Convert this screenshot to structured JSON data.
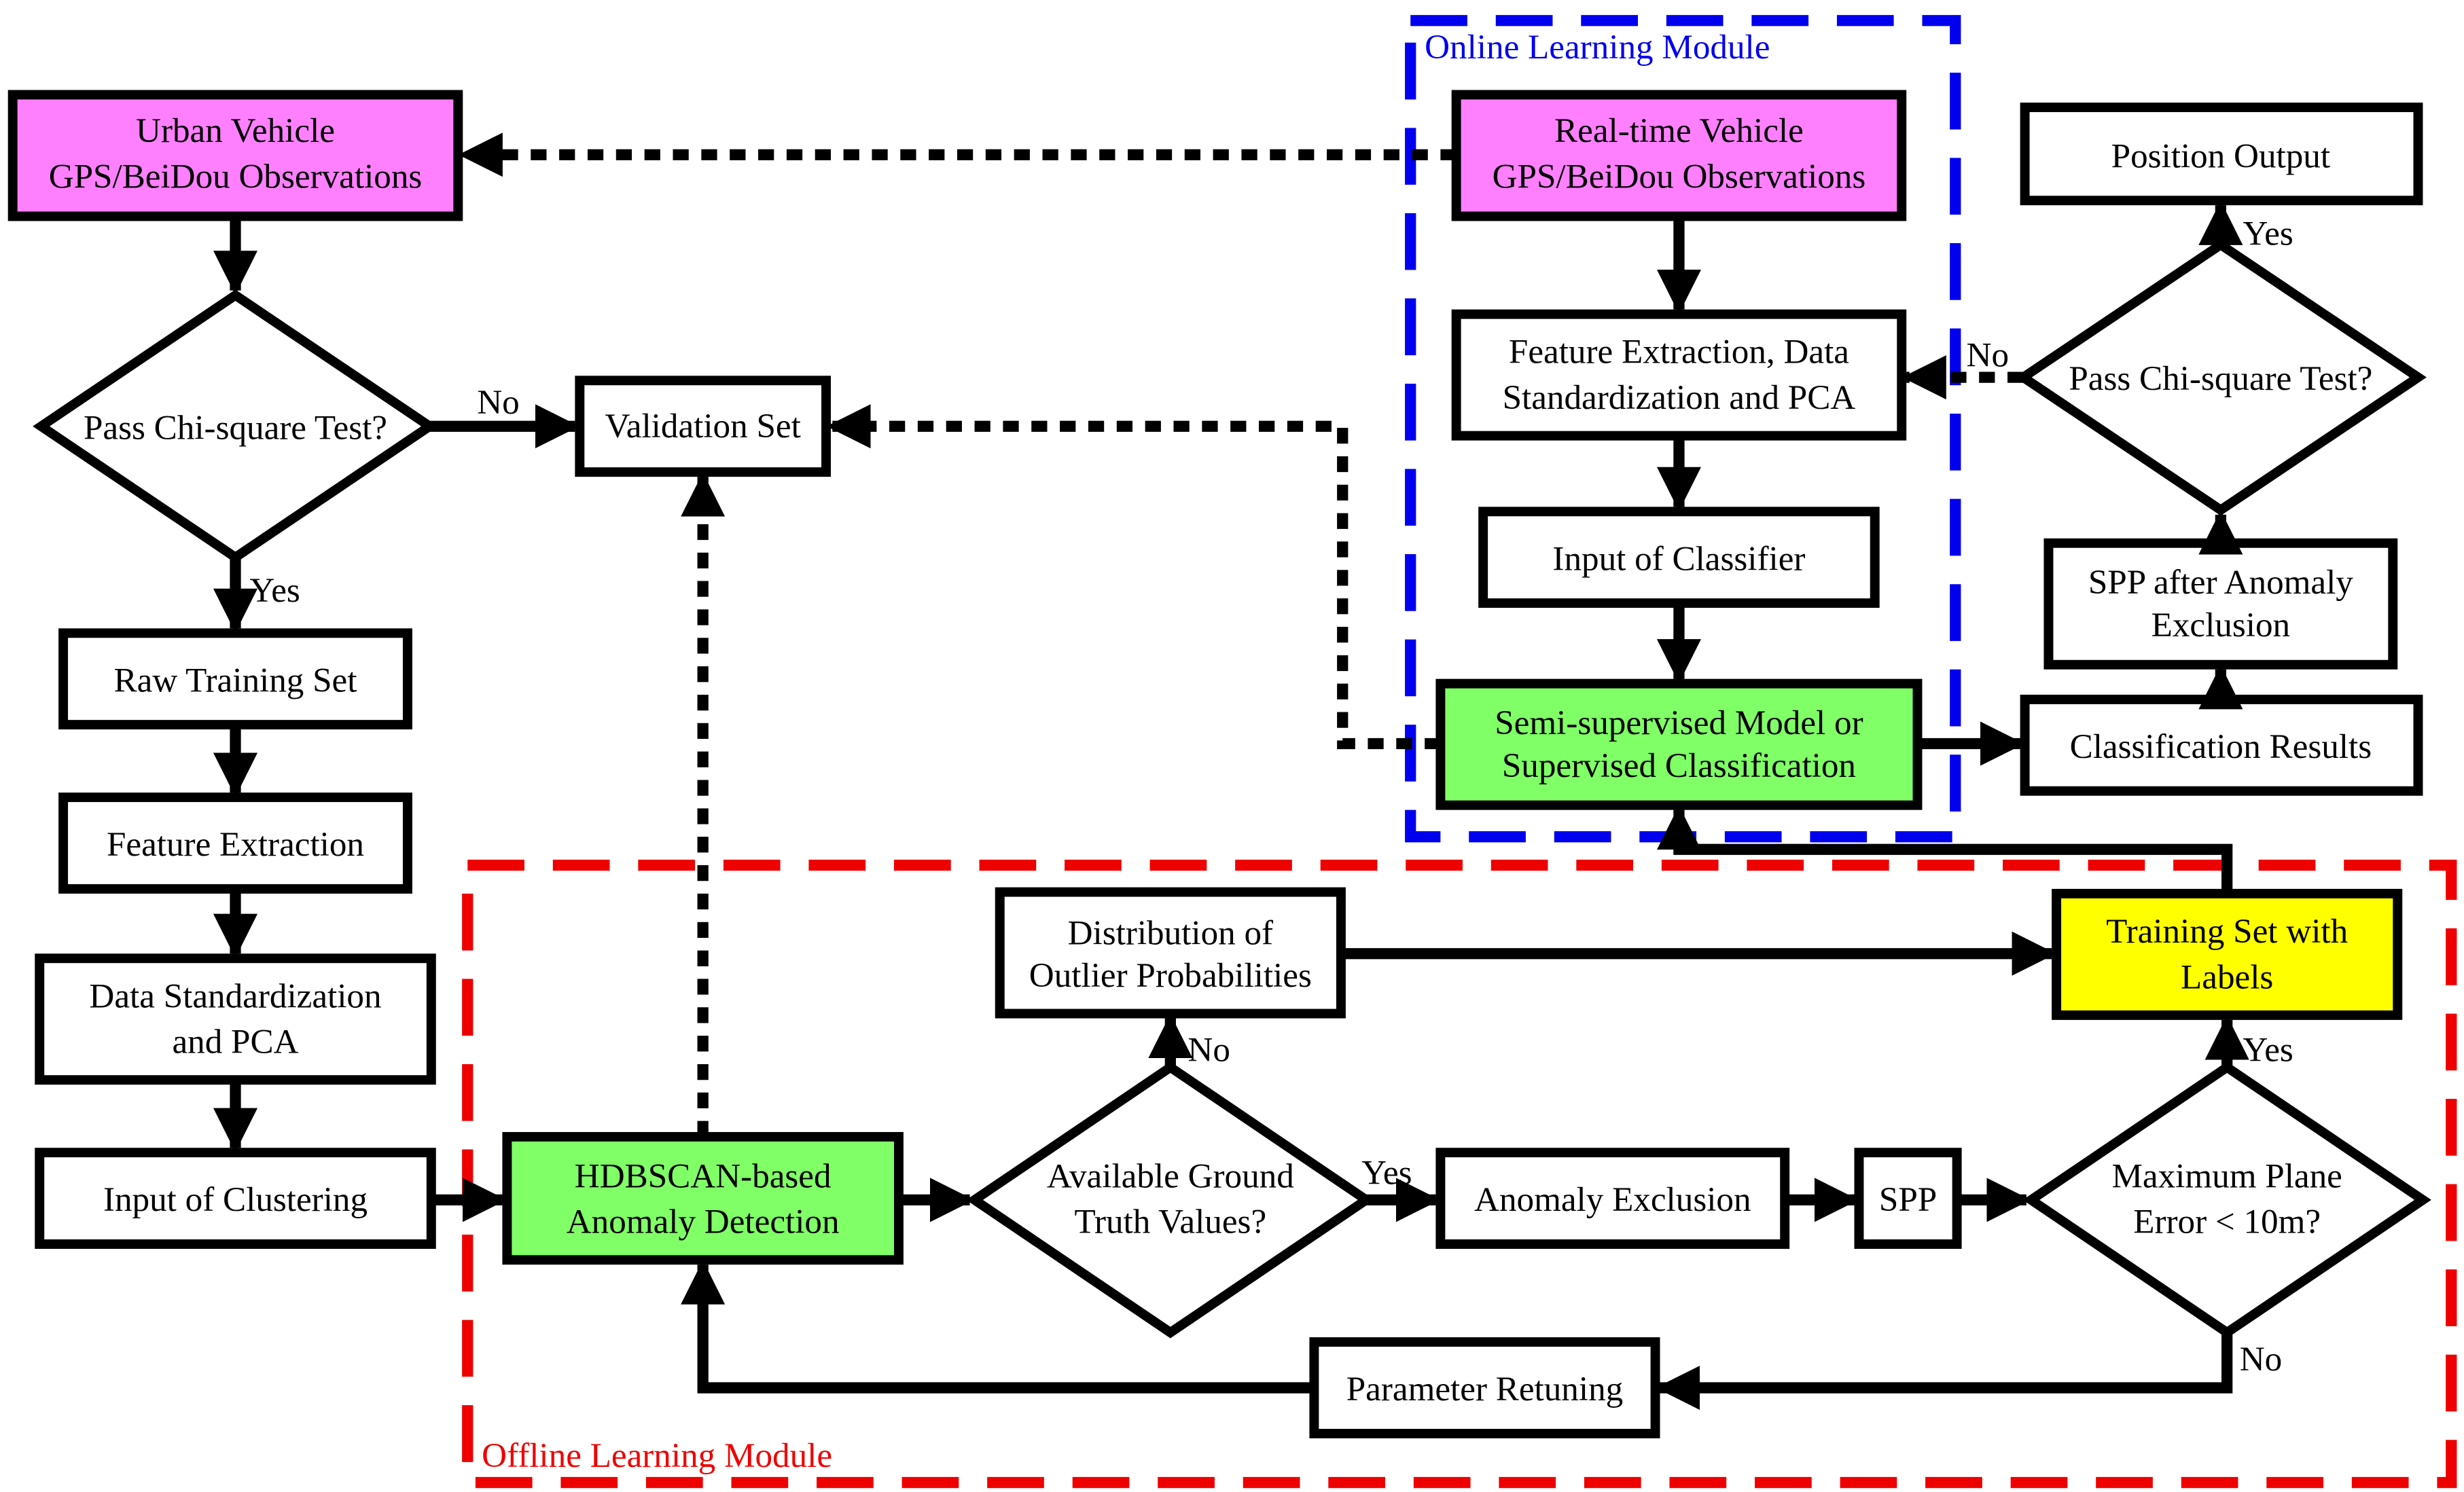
{
  "modules": {
    "online": "Online Learning Module",
    "offline": "Offline Learning Module"
  },
  "colors": {
    "magenta": "#ff80ff",
    "green": "#80ff66",
    "yellow": "#ffff00",
    "online_border": "#0000ee",
    "offline_border": "#ee0000"
  },
  "nodes": {
    "urban_obs": [
      "Urban Vehicle",
      "GPS/BeiDou Observations"
    ],
    "chi_left": [
      "Pass Chi-square Test?"
    ],
    "validation_set": [
      "Validation Set"
    ],
    "raw_training": [
      "Raw Training Set"
    ],
    "feature_extraction": [
      "Feature Extraction"
    ],
    "data_std_pca": [
      "Data Standardization",
      "and PCA"
    ],
    "input_clustering": [
      "Input of Clustering"
    ],
    "realtime_obs": [
      "Real-time Vehicle",
      "GPS/BeiDou Observations"
    ],
    "feature_data_pca": [
      "Feature Extraction, Data",
      "Standardization and PCA"
    ],
    "input_classifier": [
      "Input of Classifier"
    ],
    "semi_supervised": [
      "Semi-supervised Model or",
      "Supervised Classification"
    ],
    "position_output": [
      "Position Output"
    ],
    "chi_right": [
      "Pass Chi-square Test?"
    ],
    "spp_after": [
      "SPP after Anomaly",
      "Exclusion"
    ],
    "classification_results": [
      "Classification Results"
    ],
    "hdbscan": [
      "HDBSCAN-based",
      "Anomaly Detection"
    ],
    "ground_truth": [
      "Available Ground",
      "Truth Values?"
    ],
    "outlier_dist": [
      "Distribution of",
      "Outlier Probabilities"
    ],
    "anomaly_exclusion": [
      "Anomaly Exclusion"
    ],
    "spp": [
      "SPP"
    ],
    "max_plane": [
      "Maximum Plane",
      "Error < 10m?"
    ],
    "training_labels": [
      "Training Set with",
      "Labels"
    ],
    "param_retuning": [
      "Parameter Retuning"
    ]
  },
  "edge_labels": {
    "chi_left_no": "No",
    "chi_left_yes": "Yes",
    "chi_right_no": "No",
    "chi_right_yes": "Yes",
    "ground_no": "No",
    "ground_yes": "Yes",
    "plane_yes": "Yes",
    "plane_no": "No"
  }
}
